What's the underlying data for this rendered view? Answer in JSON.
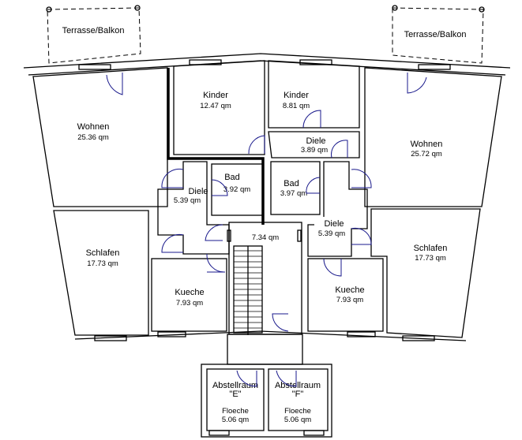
{
  "plan": {
    "terraces": [
      {
        "label": "Terrasse/Balkon"
      },
      {
        "label": "Terrasse/Balkon"
      }
    ],
    "rooms": {
      "wohnen_left": {
        "name": "Wohnen",
        "area": "25.36 qm"
      },
      "kinder_left": {
        "name": "Kinder",
        "area": "12.47 qm"
      },
      "kinder_right": {
        "name": "Kinder",
        "area": "8.81 qm"
      },
      "diele_top_right": {
        "name": "Diele",
        "area": "3.89 qm"
      },
      "wohnen_right": {
        "name": "Wohnen",
        "area": "25.72 qm"
      },
      "diele_left": {
        "name": "Diele",
        "area": "5.39 qm"
      },
      "bad_left": {
        "name": "Bad",
        "area": "3.92 qm"
      },
      "bad_right": {
        "name": "Bad",
        "area": "3.97 qm"
      },
      "diele_right": {
        "name": "Diele",
        "area": "5.39 qm"
      },
      "stair_hall": {
        "area": "7.34 qm"
      },
      "schlafen_left": {
        "name": "Schlafen",
        "area": "17.73 qm"
      },
      "kueche_left": {
        "name": "Kueche",
        "area": "7.93 qm"
      },
      "kueche_right": {
        "name": "Kueche",
        "area": "7.93 qm"
      },
      "schlafen_right": {
        "name": "Schlafen",
        "area": "17.73 qm"
      },
      "abstell_e": {
        "name": "Abstellraum",
        "code": "\"E\"",
        "label": "Floeche",
        "area": "5.06 qm"
      },
      "abstell_f": {
        "name": "Abstellraum",
        "code": "\"F\"",
        "label": "Floeche",
        "area": "5.06 qm"
      }
    },
    "colors": {
      "wall": "#000000",
      "door": "#1a1a8c",
      "hatch": "#000000"
    }
  }
}
